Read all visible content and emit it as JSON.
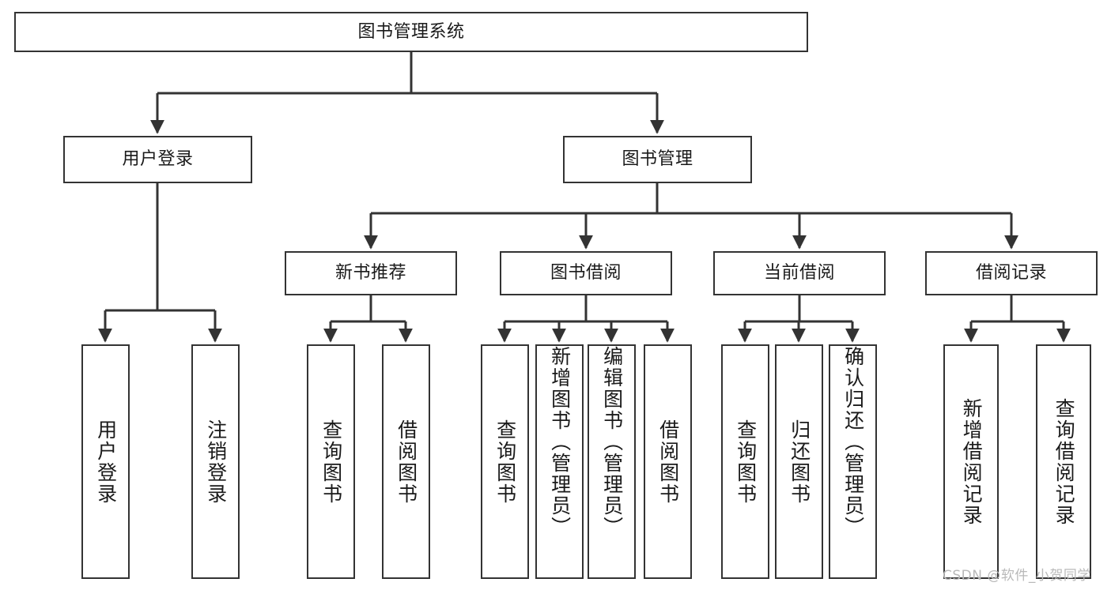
{
  "diagram": {
    "title": "图书管理系统",
    "type": "tree-hierarchy-diagram",
    "root": {
      "id": "root",
      "label": "图书管理系统"
    },
    "level2": [
      {
        "id": "user-login",
        "label": "用户登录"
      },
      {
        "id": "book-manage",
        "label": "图书管理"
      }
    ],
    "level3": [
      {
        "id": "new-book-recommend",
        "label": "新书推荐"
      },
      {
        "id": "book-borrow",
        "label": "图书借阅"
      },
      {
        "id": "current-borrow",
        "label": "当前借阅"
      },
      {
        "id": "borrow-record",
        "label": "借阅记录"
      }
    ],
    "leaves": {
      "user_login": [
        {
          "id": "leaf-user-login",
          "label": "用户登录"
        },
        {
          "id": "leaf-logout-login",
          "label": "注销登录"
        }
      ],
      "new_book_recommend": [
        {
          "id": "leaf-query-book-1",
          "label": "查询图书"
        },
        {
          "id": "leaf-borrow-book-1",
          "label": "借阅图书"
        }
      ],
      "book_borrow": [
        {
          "id": "leaf-query-book-2",
          "label": "查询图书"
        },
        {
          "id": "leaf-add-book",
          "label": "新增图书（管理员）"
        },
        {
          "id": "leaf-edit-book",
          "label": "编辑图书（管理员）"
        },
        {
          "id": "leaf-borrow-book-2",
          "label": "借阅图书"
        }
      ],
      "current_borrow": [
        {
          "id": "leaf-query-book-3",
          "label": "查询图书"
        },
        {
          "id": "leaf-return-book",
          "label": "归还图书"
        },
        {
          "id": "leaf-confirm-return",
          "label": "确认归还（管理员）"
        }
      ],
      "borrow_record": [
        {
          "id": "leaf-add-record",
          "label": "新增借阅记录"
        },
        {
          "id": "leaf-query-record",
          "label": "查询借阅记录"
        }
      ]
    }
  },
  "watermark": {
    "text": "CSDN @软件_小贺同学"
  },
  "colors": {
    "stroke": "#333333",
    "background": "#ffffff",
    "text": "#1a1a1a",
    "watermark": "#b9b9b9"
  }
}
